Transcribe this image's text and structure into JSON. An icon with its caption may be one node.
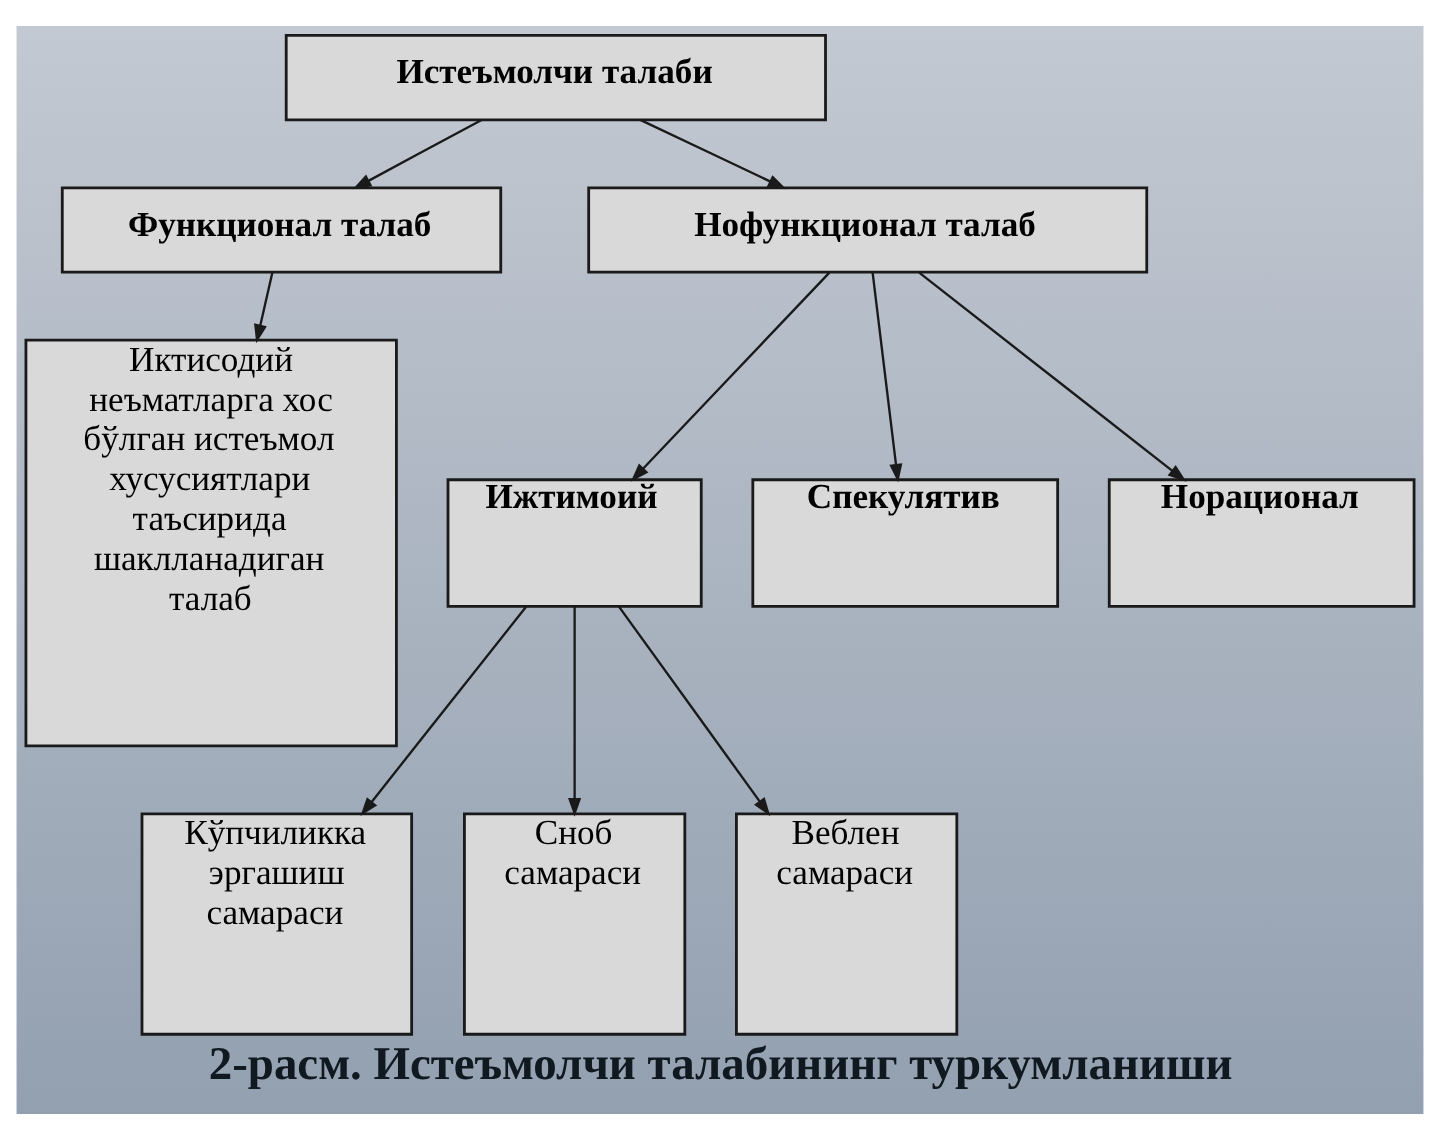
{
  "diagram": {
    "caption": "2-расм. Истеъмолчи талабининг туркумланиши",
    "nodes": [
      {
        "text": [
          "Истеъмолчи талаби"
        ]
      },
      {
        "text": [
          "Функционал талаб"
        ]
      },
      {
        "text": [
          "Нофункционал талаб"
        ]
      },
      {
        "text": [
          "Иктисодий неъматларга хос бўлган истеъмол хусусиятлари таъсирида шаклланадиган талаб"
        ]
      },
      {
        "text": [
          "Ижтимоий"
        ]
      },
      {
        "text": [
          "Спекулятив"
        ]
      },
      {
        "text": [
          "Норационал"
        ]
      },
      {
        "text": [
          "Кўпчиликка эргашиш самараси"
        ]
      },
      {
        "text": [
          "Сноб самараси"
        ]
      },
      {
        "text": [
          "Веблен самараси"
        ]
      }
    ],
    "edges": [
      {
        "from": 0,
        "to": 1,
        "arrow": "to"
      },
      {
        "from": 0,
        "to": 2,
        "arrow": "to"
      },
      {
        "from": 1,
        "to": 3,
        "arrow": "to"
      },
      {
        "from": 2,
        "to": 4,
        "arrow": "to"
      },
      {
        "from": 2,
        "to": 5,
        "arrow": "to"
      },
      {
        "from": 2,
        "to": 6,
        "arrow": "to"
      },
      {
        "from": 4,
        "to": 7,
        "arrow": "to"
      },
      {
        "from": 4,
        "to": 8,
        "arrow": "to"
      },
      {
        "from": 4,
        "to": 9,
        "arrow": "to"
      }
    ]
  }
}
